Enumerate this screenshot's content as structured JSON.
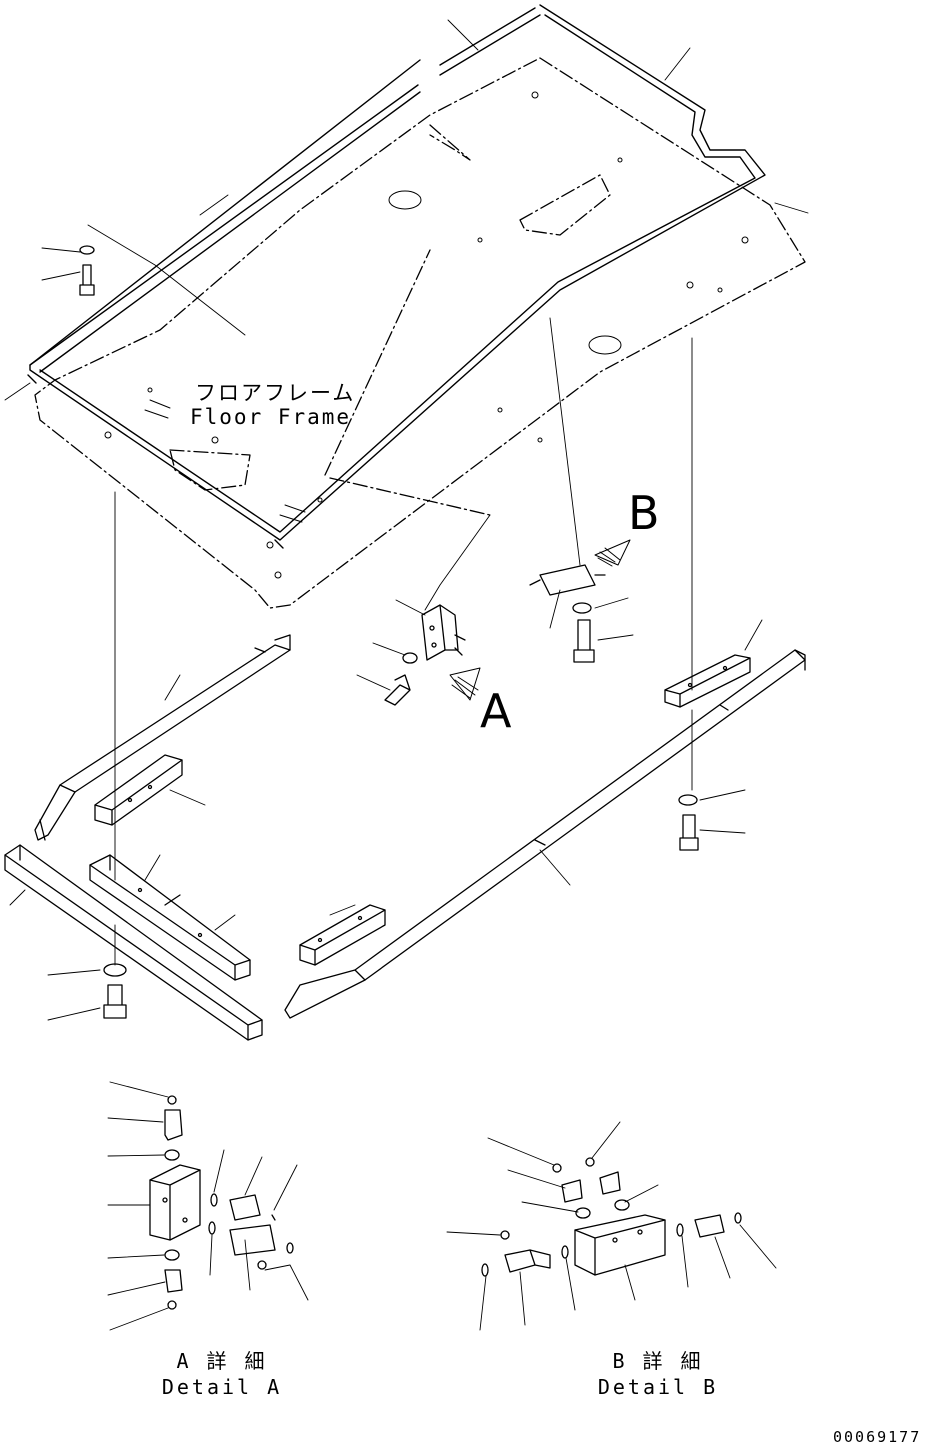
{
  "floor_frame": {
    "label_jp": "フロアフレーム",
    "label_en": "Floor Frame"
  },
  "view_markers": {
    "a": "A",
    "b": "B"
  },
  "details": {
    "a_jp": "A 詳 細",
    "a_en": "Detail A",
    "b_jp": "B 詳 細",
    "b_en": "Detail B"
  },
  "drawing_number": "00069177",
  "colors": {
    "line": "#000000",
    "background": "#ffffff"
  }
}
